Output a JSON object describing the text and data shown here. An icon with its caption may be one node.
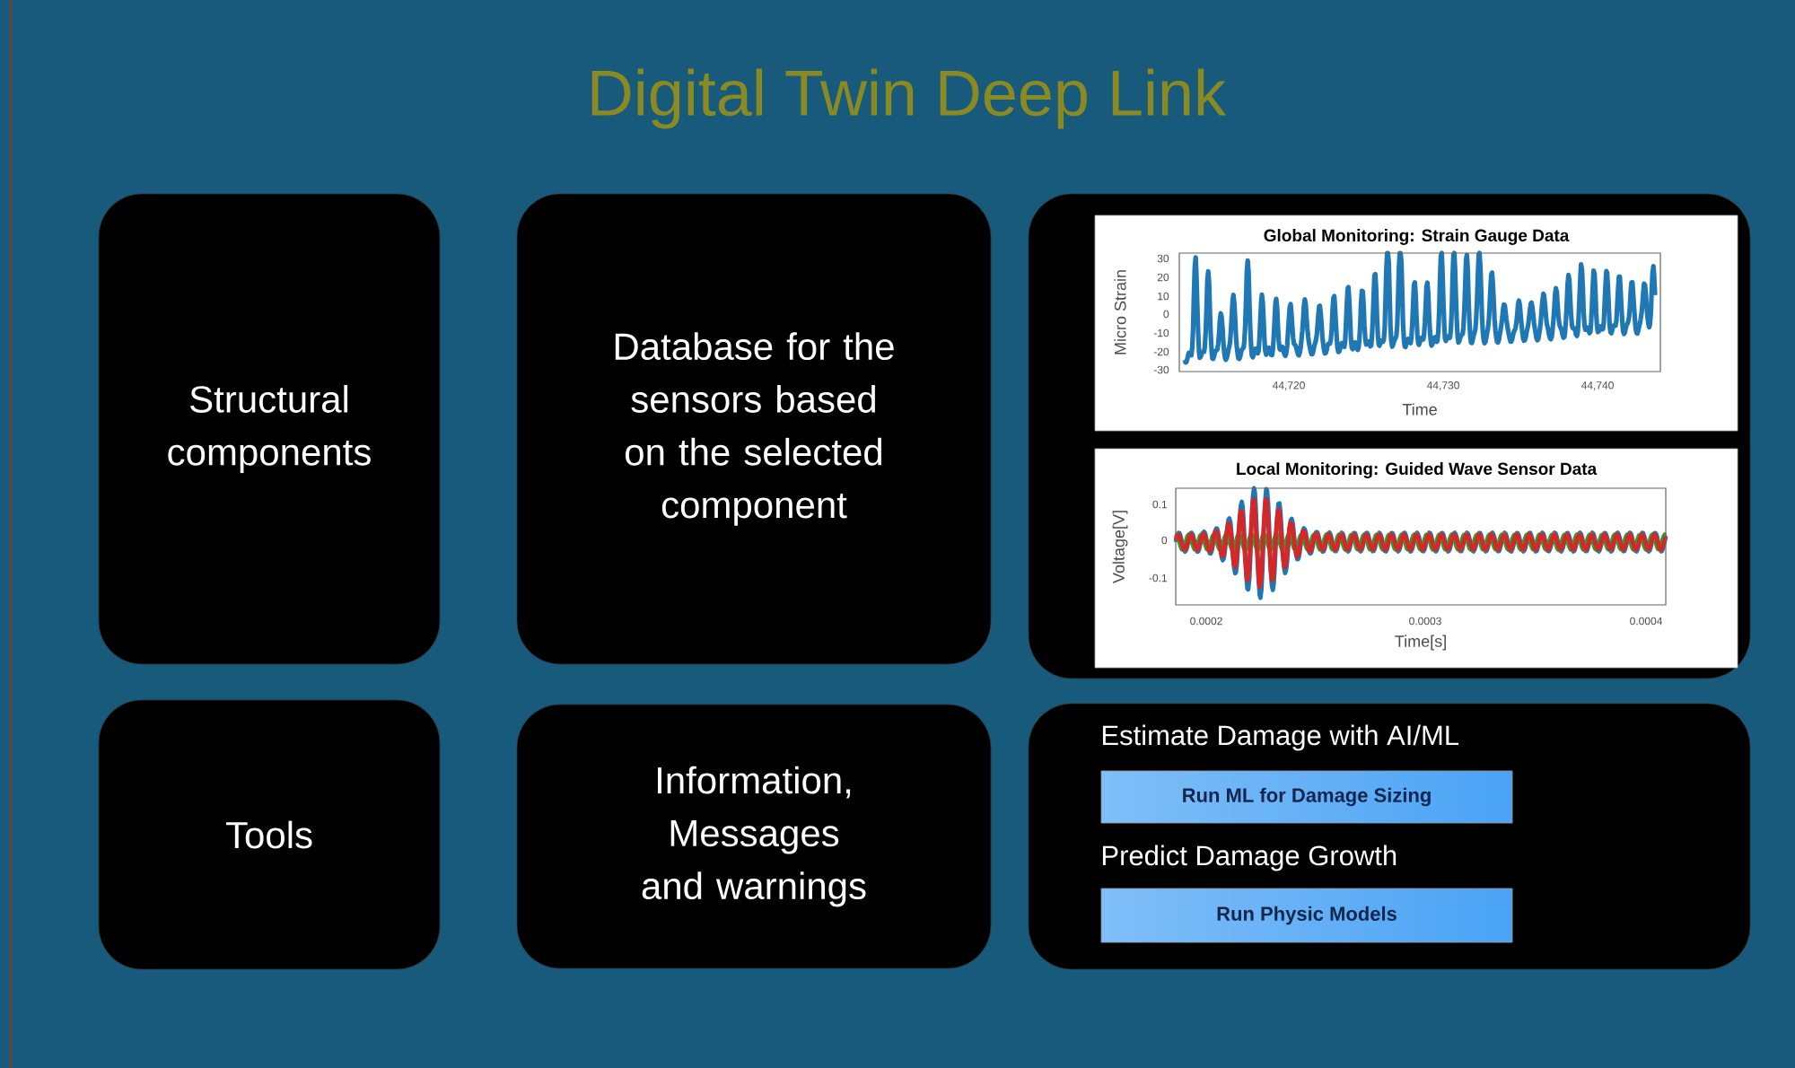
{
  "diagram": {
    "title": "Digital Twin Deep Link",
    "nodes": [
      {
        "text": [
          "Structural components"
        ]
      },
      {
        "text": [
          "Database for the sensors based on the selected component"
        ]
      },
      {
        "text": [],
        "shape": "box"
      },
      {
        "text": [
          "Global Monitoring: Strain Gauge Data",
          "Micro Strain",
          "Time"
        ],
        "in": 2
      },
      {
        "text": [
          "Local Monitoring: Guided Wave Sensor Data",
          "Voltage[V]",
          "Time[s]"
        ],
        "in": 2
      },
      {
        "text": [
          "Tools"
        ]
      },
      {
        "text": [
          "Information, Messages and warnings"
        ]
      },
      {
        "text": [
          "Estimate Damage with AI/ML",
          "Predict Damage Growth"
        ]
      },
      {
        "text": [
          "Run ML for Damage Sizing"
        ],
        "in": 7
      },
      {
        "text": [
          "Run Physic Models"
        ],
        "in": 7
      }
    ],
    "labels": [
      "30",
      "20",
      "10",
      "0",
      "-10",
      "-20",
      "-30",
      "44,720",
      "44,730",
      "44,740",
      "0.1",
      "0",
      "-0.1",
      "0.0002",
      "0.0003",
      "0.0004"
    ]
  }
}
